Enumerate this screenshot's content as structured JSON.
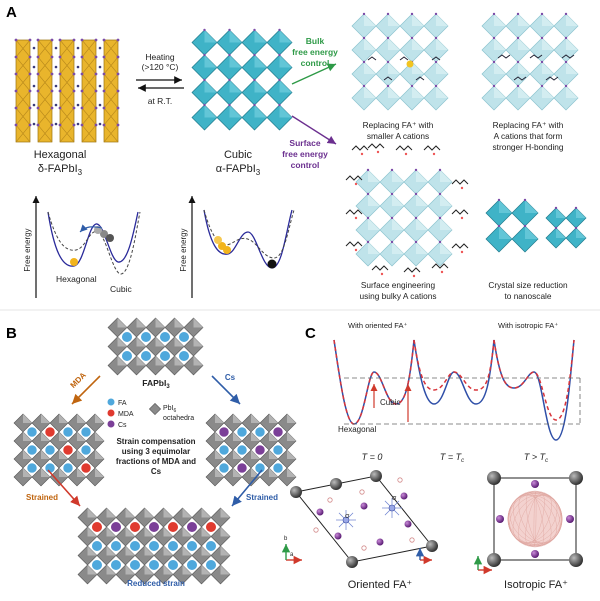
{
  "panels": {
    "a": {
      "letter": "A",
      "hexagonal": {
        "name": "Hexagonal",
        "formula": "δ-FAPbI",
        "sub": "3"
      },
      "cubic": {
        "name": "Cubic",
        "formula": "α-FAPbI",
        "sub": "3"
      },
      "arrow_top_line1": "Heating",
      "arrow_top_line2": "(>120 °C)",
      "arrow_bottom": "at R.T.",
      "bulk_line1": "Bulk",
      "bulk_line2": "free energy",
      "bulk_line3": "control",
      "surface_line1": "Surface",
      "surface_line2": "free energy",
      "surface_line3": "control",
      "free_energy_axis": "Free energy",
      "left_well_label_hex": "Hexagonal",
      "left_well_label_cubic": "Cubic",
      "captions": [
        {
          "line1": "Replacing FA⁺ with",
          "line2": "smaller A cations"
        },
        {
          "line1": "Replacing FA⁺ with",
          "line2": "A cations that form",
          "line3": "stronger H-bonding"
        },
        {
          "line1": "Surface engineering",
          "line2": "using bulky A cations"
        },
        {
          "line1": "Crystal size reduction",
          "line2": "to nanoscale"
        }
      ]
    },
    "b": {
      "letter": "B",
      "center_label": "FAPbI",
      "center_sub": "3",
      "mda_arrow": "MDA",
      "cs_arrow": "Cs",
      "legend_fa": "FA",
      "legend_mda": "MDA",
      "legend_cs": "Cs",
      "legend_pbi": "PbI",
      "legend_pbi_sub": "6",
      "legend_oct": "octahedra",
      "comp_line1": "Strain compensation",
      "comp_line2": "using 3 equimolar",
      "comp_line3": "fractions of MDA and",
      "comp_line4": "Cs",
      "strained_left": "Strained",
      "strained_right": "Strained",
      "reduced": "Reduced strain",
      "colors": {
        "fa": "#4fa8dc",
        "mda": "#e03a2f",
        "cs": "#7b3f98",
        "octa": "#8a8a8a"
      }
    },
    "c": {
      "letter": "C",
      "oriented_head": "With oriented FA⁺",
      "isotropic_head": "With isotropic FA⁺",
      "cubic": "Cubic",
      "hexagonal": "Hexagonal",
      "t0": "T = 0",
      "tc": "T = T",
      "tc_sub": "c",
      "tgt": "T > T",
      "tgt_sub": "c",
      "oriented_caption": "Oriented FA⁺",
      "isotropic_caption": "Isotropic FA⁺",
      "sigma": "σ",
      "axis_a": "a",
      "axis_b": "b"
    }
  }
}
